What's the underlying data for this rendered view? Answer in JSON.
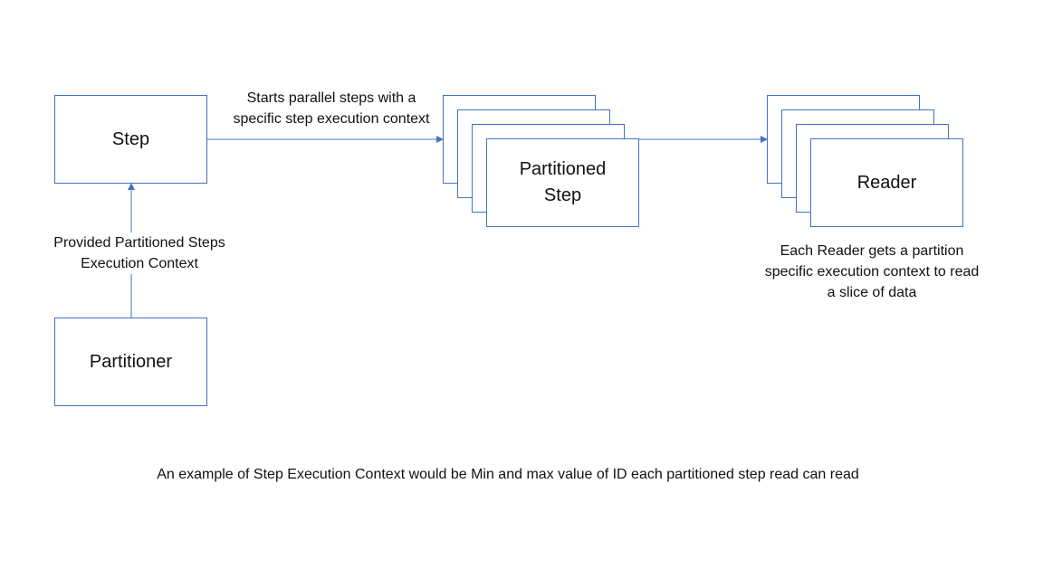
{
  "colors": {
    "box_border": "#4472c4",
    "arrow": "#4472c4",
    "text": "#111111",
    "background": "#ffffff"
  },
  "nodes": {
    "step": "Step",
    "partitioned_step": "Partitioned\nStep",
    "reader": "Reader",
    "partitioner": "Partitioner"
  },
  "edges": {
    "step_to_partitioned": "Starts parallel steps with a\nspecific step execution context",
    "partitioner_to_step": "Provided Partitioned Steps\nExecution Context"
  },
  "notes": {
    "reader_note": "Each Reader gets a partition\nspecific execution context to read\na slice of data",
    "footer": "An example of Step Execution Context would be Min and max value of ID each partitioned step read can read"
  }
}
